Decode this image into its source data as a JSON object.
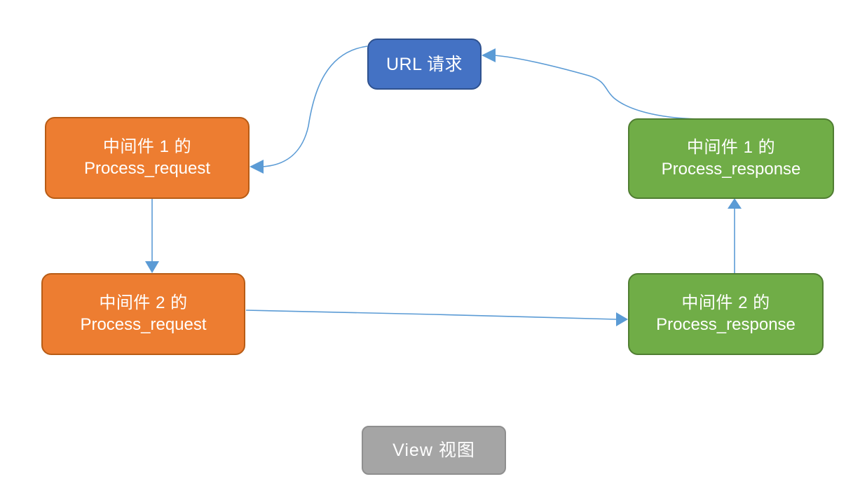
{
  "diagram": {
    "title": "Django middleware request/response flow",
    "background": "#ffffff",
    "edge_color": "#5b9bd5",
    "nodes": [
      {
        "id": "url",
        "name": "url-request-node",
        "line_cn": "URL 请求",
        "line_en": "",
        "fill": "#4472C4",
        "border": "#2F528F",
        "text_color": "#FFFFFF"
      },
      {
        "id": "mw1-req",
        "name": "middleware-1-process-request-node",
        "line_cn": "中间件 1 的",
        "line_en": "Process_request",
        "fill": "#ED7D31",
        "border": "#C55A11",
        "text_color": "#FFFFFF"
      },
      {
        "id": "mw2-req",
        "name": "middleware-2-process-request-node",
        "line_cn": "中间件 2 的",
        "line_en": "Process_request",
        "fill": "#ED7D31",
        "border": "#C55A11",
        "text_color": "#FFFFFF"
      },
      {
        "id": "mw1-res",
        "name": "middleware-1-process-response-node",
        "line_cn": "中间件 1 的",
        "line_en": "Process_response",
        "fill": "#70AD47",
        "border": "#507E32",
        "text_color": "#FFFFFF"
      },
      {
        "id": "mw2-res",
        "name": "middleware-2-process-response-node",
        "line_cn": "中间件 2 的",
        "line_en": "Process_response",
        "fill": "#70AD47",
        "border": "#507E32",
        "text_color": "#FFFFFF"
      },
      {
        "id": "view",
        "name": "view-node",
        "line_cn": "View 视图",
        "line_en": "",
        "fill": "#A5A5A5",
        "border": "#8F8F8F",
        "text_color": "#FFFFFF"
      }
    ],
    "edges": [
      {
        "id": "url-to-mw1req",
        "name": "edge-url-to-middleware-1-request",
        "from": "url",
        "to": "mw1-req",
        "style": "curve",
        "label": ""
      },
      {
        "id": "mw1req-to-mw2req",
        "name": "edge-middleware-1-request-to-middleware-2-request",
        "from": "mw1-req",
        "to": "mw2-req",
        "style": "straight-down",
        "label": ""
      },
      {
        "id": "mw2req-to-mw2res",
        "name": "edge-middleware-2-request-to-middleware-2-response",
        "from": "mw2-req",
        "to": "mw2-res",
        "style": "straight-right",
        "label": ""
      },
      {
        "id": "mw2res-to-mw1res",
        "name": "edge-middleware-2-response-to-middleware-1-response",
        "from": "mw2-res",
        "to": "mw1-res",
        "style": "straight-up",
        "label": ""
      },
      {
        "id": "mw1res-to-url",
        "name": "edge-middleware-1-response-to-url",
        "from": "mw1-res",
        "to": "url",
        "style": "curve",
        "label": ""
      }
    ]
  }
}
